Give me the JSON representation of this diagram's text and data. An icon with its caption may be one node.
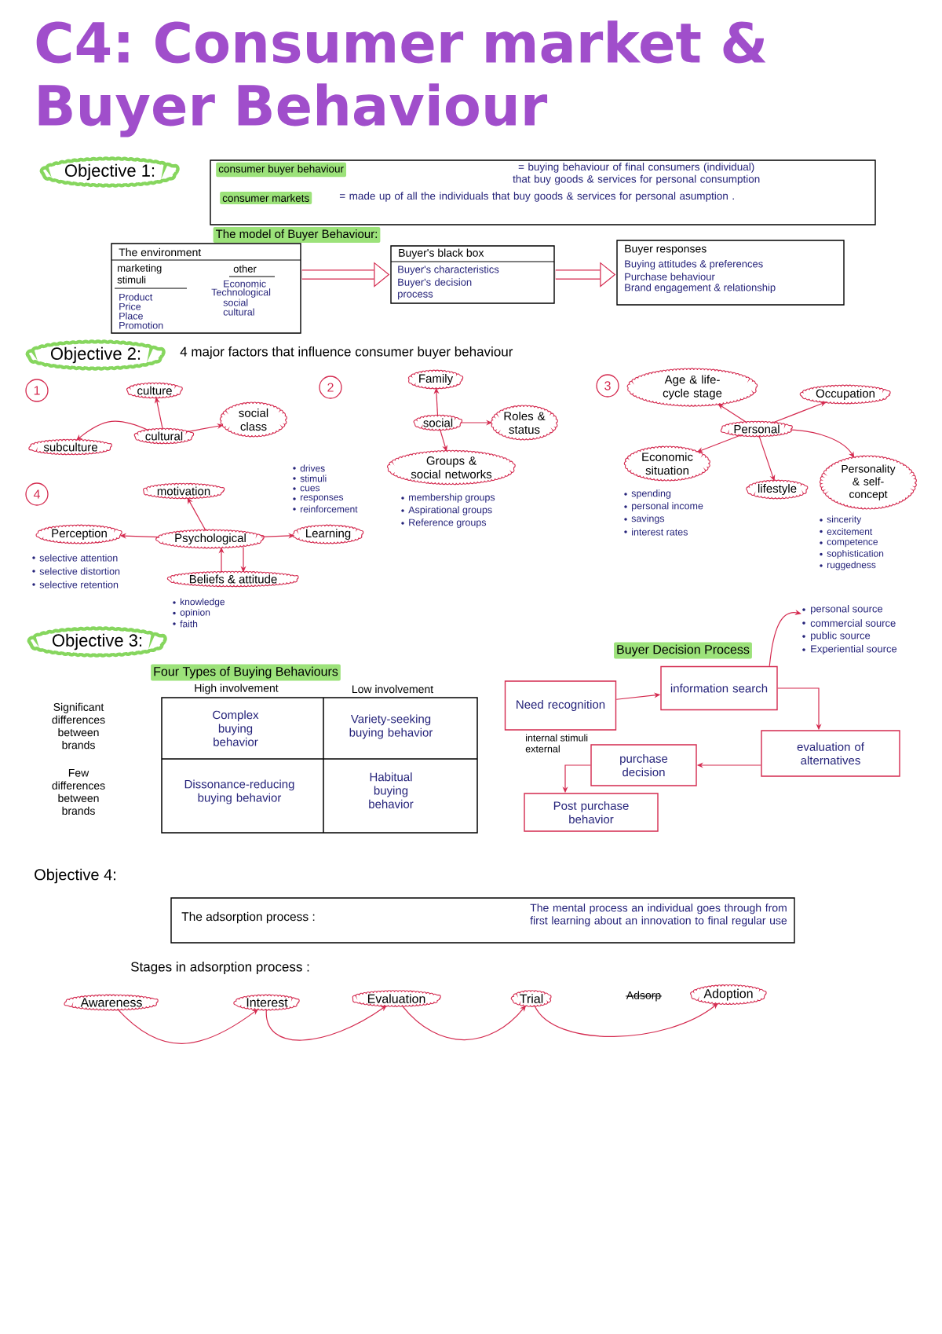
{
  "diagram": {
    "title": "C4: Consumer market & Buyer Behaviour",
    "nodes": [
      {
        "text": [
          "Objective 1:"
        ]
      },
      {
        "text": [
          "consumer buyer behaviour",
          "= buying behaviour of final consumers (individual) that buy goods & services for personal consumption",
          "consumer markets",
          "= made up of all the individuals that buy goods & services for personal asumption ."
        ]
      },
      {
        "text": [
          "The environment",
          "marketing stimuli",
          "Product",
          "Price",
          "Place",
          "Promotion",
          "other",
          "Economic",
          "Technological",
          "social",
          "cultural"
        ]
      },
      {
        "text": [
          "Buyer's black box",
          "Buyer's characteristics",
          "Buyer's decision process"
        ]
      },
      {
        "text": [
          "Buyer responses",
          "Buying attitudes & preferences",
          "Purchase behaviour",
          "Brand engagement & relationship"
        ]
      },
      {
        "text": [
          "Objective 2:"
        ]
      },
      {
        "text": [
          "1"
        ]
      },
      {
        "text": [
          "culture"
        ]
      },
      {
        "text": [
          "cultural"
        ]
      },
      {
        "text": [
          "subculture"
        ]
      },
      {
        "text": [
          "social class"
        ]
      },
      {
        "text": [
          "2"
        ]
      },
      {
        "text": [
          "Family"
        ]
      },
      {
        "text": [
          "social"
        ]
      },
      {
        "text": [
          "Roles & status"
        ]
      },
      {
        "text": [
          "Groups & social networks"
        ],
        "beside": [
          "membership groups",
          "Aspirational groups",
          "Reference groups"
        ]
      },
      {
        "text": [
          "3"
        ]
      },
      {
        "text": [
          "Age & life-cycle stage"
        ]
      },
      {
        "text": [
          "Occupation"
        ]
      },
      {
        "text": [
          "Personal"
        ]
      },
      {
        "text": [
          "Economic situation"
        ],
        "beside": [
          "spending",
          "personal income",
          "savings",
          "interest rates"
        ]
      },
      {
        "text": [
          "lifestyle"
        ]
      },
      {
        "text": [
          "Personality & self-concept"
        ],
        "beside": [
          "sincerity",
          "excitement",
          "competence",
          "sophistication",
          "ruggedness"
        ]
      },
      {
        "text": [
          "4"
        ]
      },
      {
        "text": [
          "motivation"
        ]
      },
      {
        "text": [
          "Perception"
        ],
        "beside": [
          "selective attention",
          "selective distortion",
          "selective retention"
        ]
      },
      {
        "text": [
          "Psychological"
        ]
      },
      {
        "text": [
          "Learning"
        ],
        "beside": [
          "drives",
          "stimuli",
          "cues",
          "responses",
          "reinforcement"
        ]
      },
      {
        "text": [
          "Beliefs & attitude"
        ],
        "beside": [
          "knowledge",
          "opinion",
          "faith"
        ]
      },
      {
        "text": [
          "Objective 3:"
        ]
      },
      {
        "text": [
          "personal source",
          "commercial source",
          "public source",
          "Experiential source"
        ]
      },
      {
        "text": [
          "Need recognition"
        ],
        "beside": [
          "internal stimuli",
          "external"
        ]
      },
      {
        "text": [
          "information search"
        ]
      },
      {
        "text": [
          "evaluation of alternatives"
        ]
      },
      {
        "text": [
          "purchase decision"
        ]
      },
      {
        "text": [
          "Post purchase behavior"
        ]
      },
      {
        "text": [
          "The adsorption process :",
          "The mental process an individual goes through from first learning about an innovation to final regular use"
        ]
      },
      {
        "text": [
          "Awareness"
        ]
      },
      {
        "text": [
          "Interest"
        ]
      },
      {
        "text": [
          "Evaluation"
        ]
      },
      {
        "text": [
          "Trial"
        ]
      },
      {
        "text": [
          "Adoption"
        ]
      }
    ],
    "edges": [
      {
        "from": 2,
        "to": 3,
        "arrow": "to",
        "style": "thick"
      },
      {
        "from": 3,
        "to": 4,
        "arrow": "to",
        "style": "thick"
      },
      {
        "from": 8,
        "to": 7,
        "arrow": "to"
      },
      {
        "from": 8,
        "to": 9,
        "arrow": "to"
      },
      {
        "from": 8,
        "to": 10,
        "arrow": "to"
      },
      {
        "from": 13,
        "to": 12,
        "arrow": "to"
      },
      {
        "from": 13,
        "to": 14,
        "arrow": "to"
      },
      {
        "from": 13,
        "to": 15,
        "arrow": "to"
      },
      {
        "from": 19,
        "to": 17,
        "arrow": "to"
      },
      {
        "from": 19,
        "to": 18,
        "arrow": "to"
      },
      {
        "from": 19,
        "to": 20,
        "arrow": "to"
      },
      {
        "from": 19,
        "to": 21,
        "arrow": "to"
      },
      {
        "from": 19,
        "to": 22,
        "arrow": "to"
      },
      {
        "from": 26,
        "to": 24,
        "arrow": "to"
      },
      {
        "from": 26,
        "to": 25,
        "arrow": "to"
      },
      {
        "from": 26,
        "to": 27,
        "arrow": "to"
      },
      {
        "from": 28,
        "to": 26,
        "arrow": "to"
      },
      {
        "from": 26,
        "to": 28,
        "arrow": "to"
      },
      {
        "from": 31,
        "to": 32,
        "arrow": "to"
      },
      {
        "from": 32,
        "to": 30,
        "arrow": "to"
      },
      {
        "from": 32,
        "to": 33,
        "arrow": "to"
      },
      {
        "from": 33,
        "to": 34,
        "arrow": "to"
      },
      {
        "from": 34,
        "to": 35,
        "arrow": "to"
      },
      {
        "from": 37,
        "to": 38,
        "arrow": "to"
      },
      {
        "from": 38,
        "to": 39,
        "arrow": "to"
      },
      {
        "from": 39,
        "to": 40,
        "arrow": "to"
      },
      {
        "from": 40,
        "to": 41,
        "arrow": "to"
      }
    ],
    "labels": [
      "The model of Buyer Behaviour:",
      "4 major factors that influence consumer buyer behaviour",
      "Four Types of Buying Behaviours",
      "Buyer Decision Process",
      "High involvement",
      "Low involvement",
      "Significant differences between brands",
      "Complex buying behavior",
      "Variety-seeking buying behavior",
      "Few differences between brands",
      "Dissonance-reducing buying behavior",
      "Habitual buying behavior",
      "Objective 4:",
      "Stages in adsorption process :",
      "Adsorp"
    ]
  }
}
